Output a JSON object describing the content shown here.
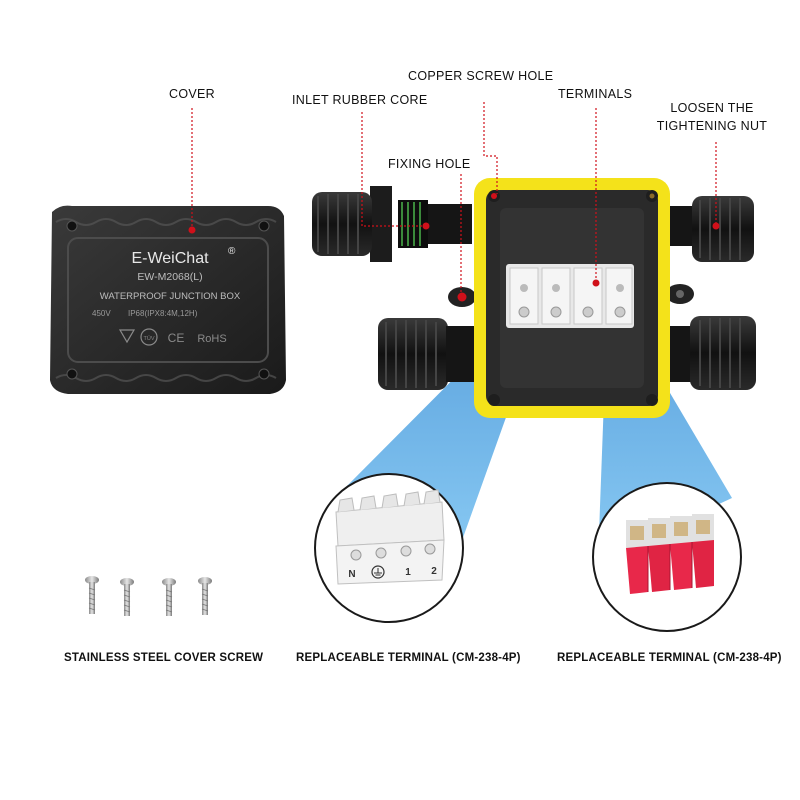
{
  "callouts": {
    "cover": "COVER",
    "inlet_rubber_core": "INLET RUBBER CORE",
    "copper_screw_hole": "COPPER SCREW HOLE",
    "terminals": "TERMINALS",
    "loosen_line1": "LOOSEN THE",
    "loosen_line2": "TIGHTENING NUT",
    "fixing_hole": "FIXING HOLE"
  },
  "cover_print": {
    "brand": "E-WeiChat",
    "registered": "®",
    "model": "EW-M2068(L)",
    "product": "WATERPROOF JUNCTION BOX",
    "voltage": "450V",
    "rating": "IP68(IPX8:4M,12H)",
    "tuv": "TÜV",
    "ce": "CE",
    "rohs": "RoHS"
  },
  "terminal_markings": {
    "n": "N",
    "one": "1",
    "two": "2"
  },
  "captions": {
    "screws": "STAINLESS STEEL COVER SCREW",
    "terminal_left": "REPLACEABLE TERMINAL (CM-238-4P)",
    "terminal_right": "REPLACEABLE TERMINAL (CM-238-4P)"
  },
  "colors": {
    "callout_line": "#d0101a",
    "box_body": "#2b2b2b",
    "box_frame": "#f4e21a",
    "beam": "#5aaee8",
    "lever_red": "#e8284a"
  }
}
